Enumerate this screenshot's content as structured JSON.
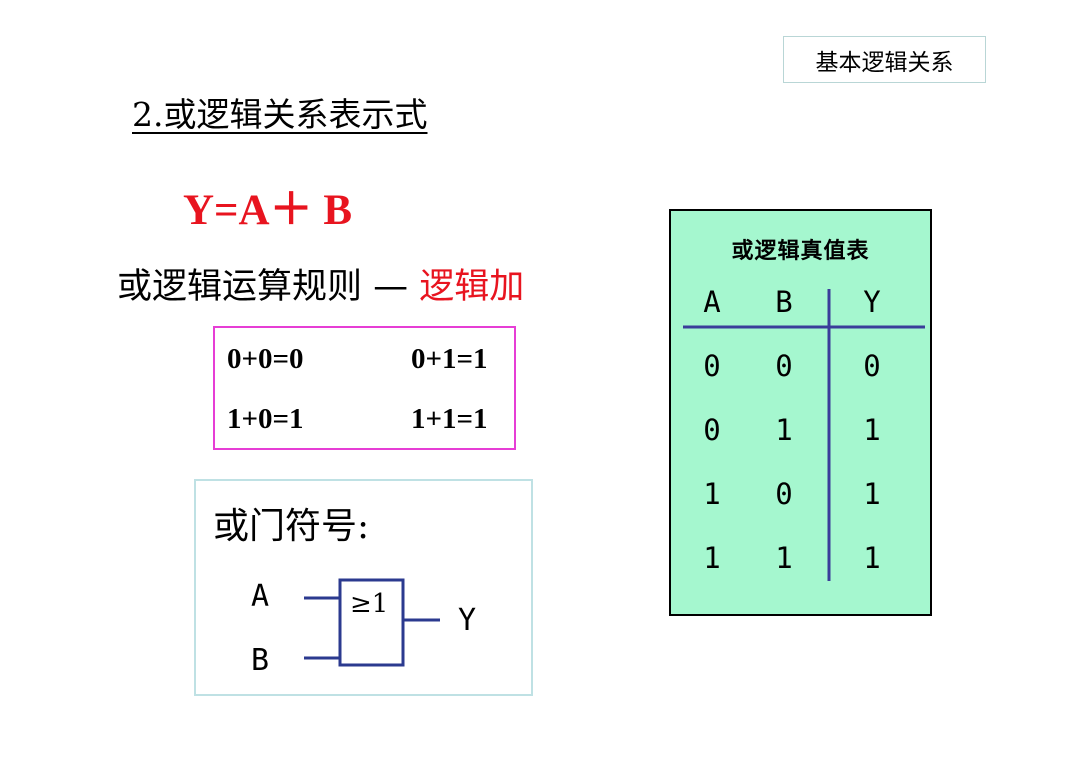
{
  "slide": {
    "corner_label": "基本逻辑关系",
    "section_title": "2.或逻辑关系表示式",
    "formula": "Y=A＋ B",
    "rule_prefix": "或逻辑运算规则 —",
    "rule_highlight": "逻辑加",
    "rules": [
      "0+0=0",
      "0+1=1",
      "1+0=1",
      "1+1=1"
    ],
    "gate": {
      "title": "或门符号:",
      "input_a": "A",
      "input_b": "B",
      "symbol": "≥1",
      "output": "Y"
    },
    "truth_table": {
      "title": "或逻辑真值表",
      "headers": [
        "A",
        "B",
        "Y"
      ],
      "rows": [
        [
          "0",
          "0",
          "0"
        ],
        [
          "0",
          "1",
          "1"
        ],
        [
          "1",
          "0",
          "1"
        ],
        [
          "1",
          "1",
          "1"
        ]
      ]
    }
  },
  "colors": {
    "accent_red": "#e8141f",
    "rule_box_border": "#e63ed5",
    "gate_box_border": "#bfe1e4",
    "gate_lines": "#2b3a8f",
    "table_bg": "#a5f7cf",
    "table_lines": "#3a3d9a"
  }
}
